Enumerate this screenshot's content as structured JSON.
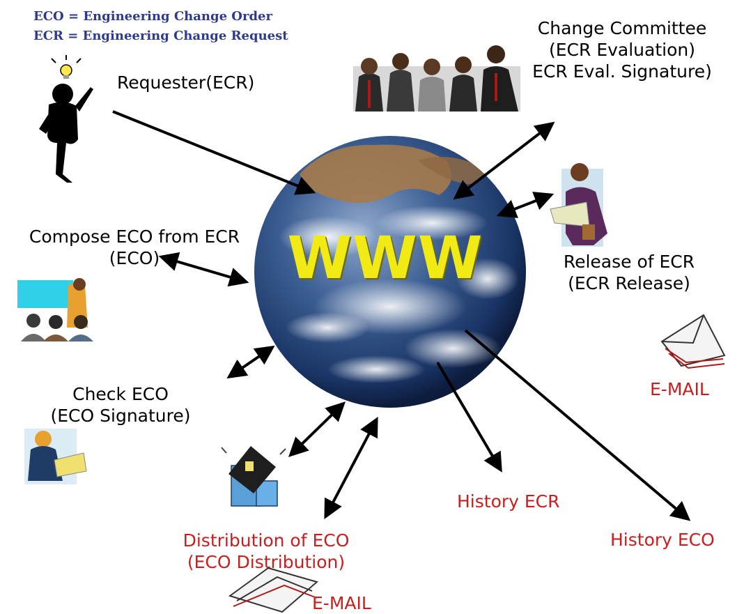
{
  "legend": {
    "line1": "ECO = Engineering Change Order",
    "line2": "ECR = Engineering Change Request"
  },
  "center": {
    "label": "WWW"
  },
  "nodes": {
    "requester": {
      "line1": "Requester(ECR)"
    },
    "committee": {
      "line1": "Change Committee",
      "line2": "(ECR Evaluation)",
      "line3": "ECR Eval. Signature)"
    },
    "compose": {
      "line1": "Compose ECO from ECR",
      "line2": "(ECO)"
    },
    "release": {
      "line1": "Release of ECR",
      "line2": "(ECR Release)"
    },
    "email_right": {
      "line1": "E-MAIL"
    },
    "check": {
      "line1": "Check ECO",
      "line2": "(ECO Signature)"
    },
    "history_ecr": {
      "line1": "History ECR"
    },
    "history_eco": {
      "line1": "History ECO"
    },
    "distribution": {
      "line1": "Distribution of ECO",
      "line2": "(ECO Distribution)"
    },
    "email_bottom": {
      "line1": "E-MAIL"
    }
  },
  "icons": [
    "idea-person-icon",
    "committee-group-icon",
    "release-reader-icon",
    "meeting-presentation-icon",
    "envelope-stack-icon",
    "phone-checker-icon",
    "network-building-icon"
  ],
  "colors": {
    "legend": "#2e3a8c",
    "process_label": "#000000",
    "output_label": "#c81e1e",
    "www_text": "#f2ea14",
    "ocean": "#1d3f78"
  }
}
